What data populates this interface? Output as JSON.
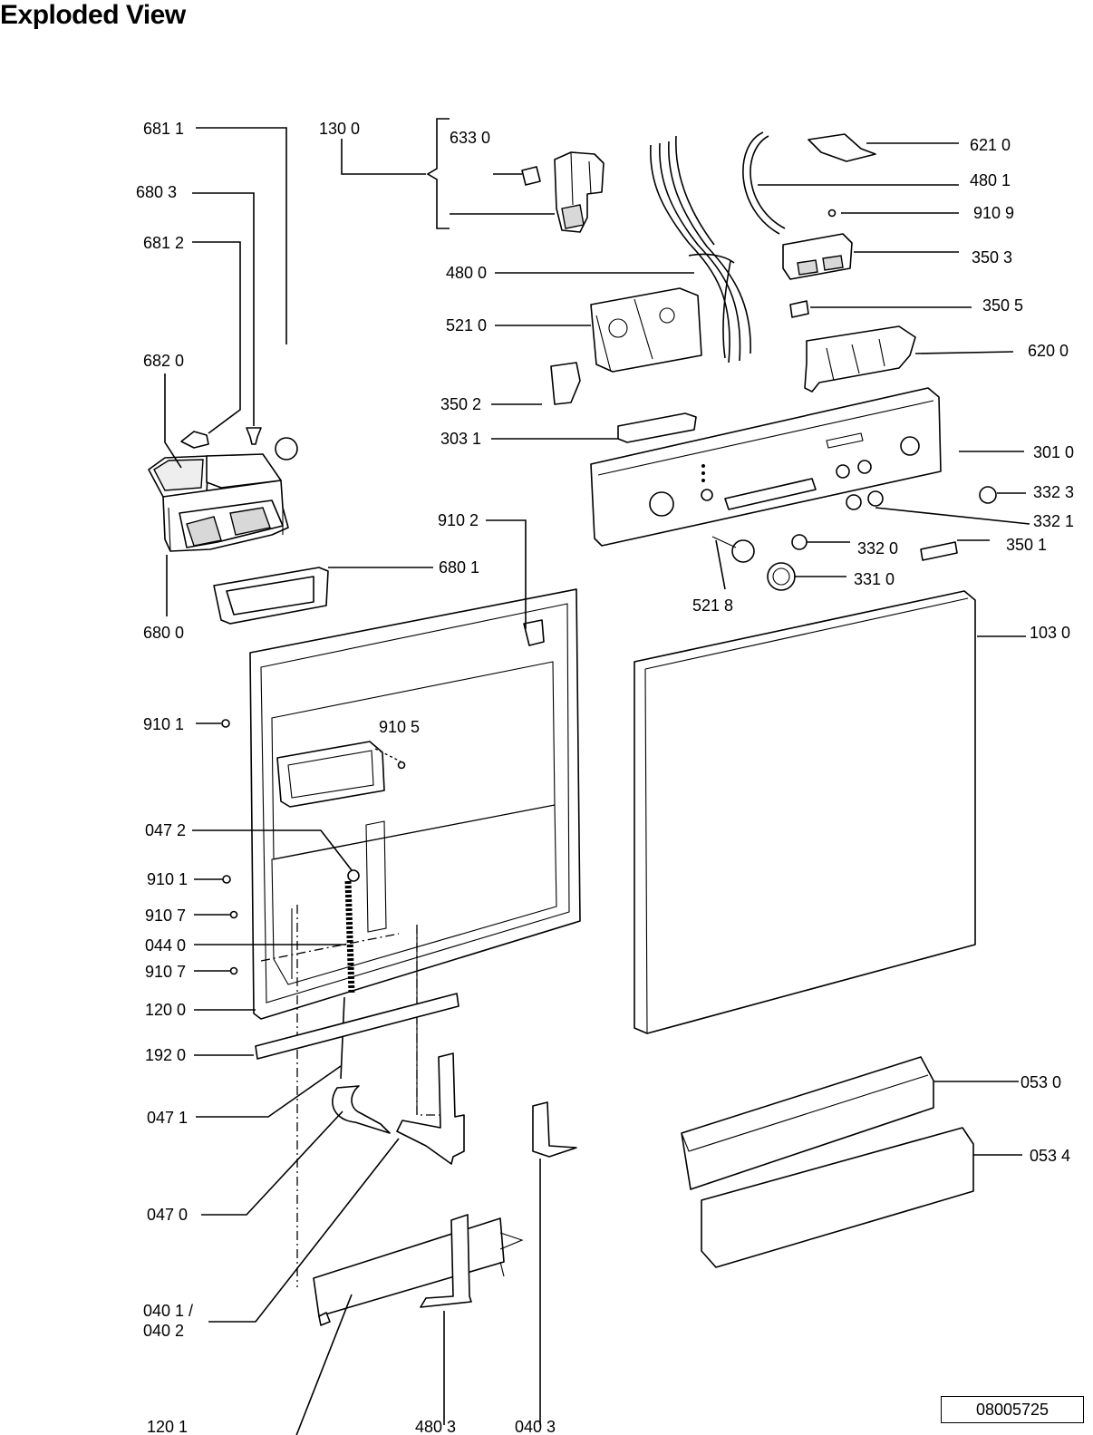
{
  "title": "Exploded View",
  "drawing_number": "08005725",
  "labels": {
    "l6811": "681 1",
    "l1300": "130 0",
    "l6330": "633 0",
    "l6210": "621 0",
    "l4801": "480 1",
    "l9109": "910 9",
    "l6803": "680 3",
    "l6812": "681 2",
    "l4800": "480 0",
    "l3503": "350 3",
    "l3505": "350 5",
    "l5210": "521 0",
    "l6200": "620 0",
    "l6820": "682 0",
    "l3502": "350 2",
    "l3031": "303 1",
    "l3010": "301 0",
    "l3323": "332 3",
    "l9102": "910 2",
    "l3321": "332 1",
    "l3320": "332 0",
    "l3501": "350 1",
    "l6801": "680 1",
    "l3310": "331 0",
    "l5218": "521 8",
    "l6800": "680 0",
    "l1030": "103 0",
    "l9101a": "910 1",
    "l9105": "910 5",
    "l0472": "047 2",
    "l9101b": "910 1",
    "l9107a": "910 7",
    "l0440": "044 0",
    "l9107b": "910 7",
    "l1200": "120 0",
    "l1920": "192 0",
    "l0530": "053 0",
    "l0471": "047 1",
    "l0534": "053 4",
    "l0470": "047 0",
    "l0401": "040 1 /",
    "l0402": "040 2",
    "l1201": "120 1",
    "l4803": "480 3",
    "l0403": "040 3"
  }
}
